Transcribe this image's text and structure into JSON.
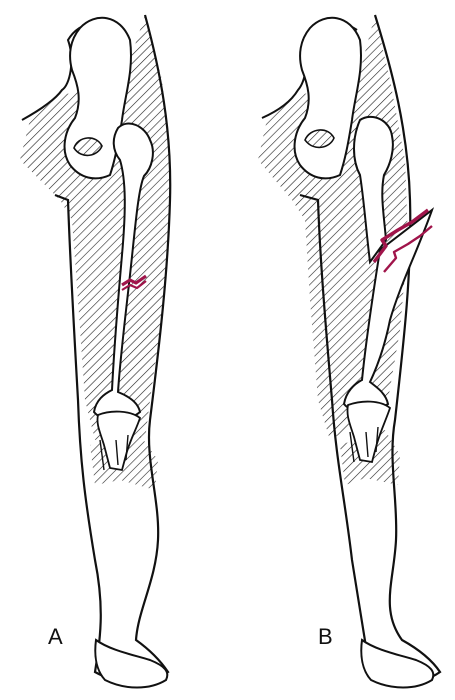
{
  "figure": {
    "panels": [
      {
        "id": "A",
        "label": "A",
        "fracture": "transverse"
      },
      {
        "id": "B",
        "label": "B",
        "fracture": "oblique"
      }
    ]
  },
  "colors": {
    "outline": "#111111",
    "hatch": "#222222",
    "fracture": "#a0144a",
    "background": "#ffffff"
  }
}
